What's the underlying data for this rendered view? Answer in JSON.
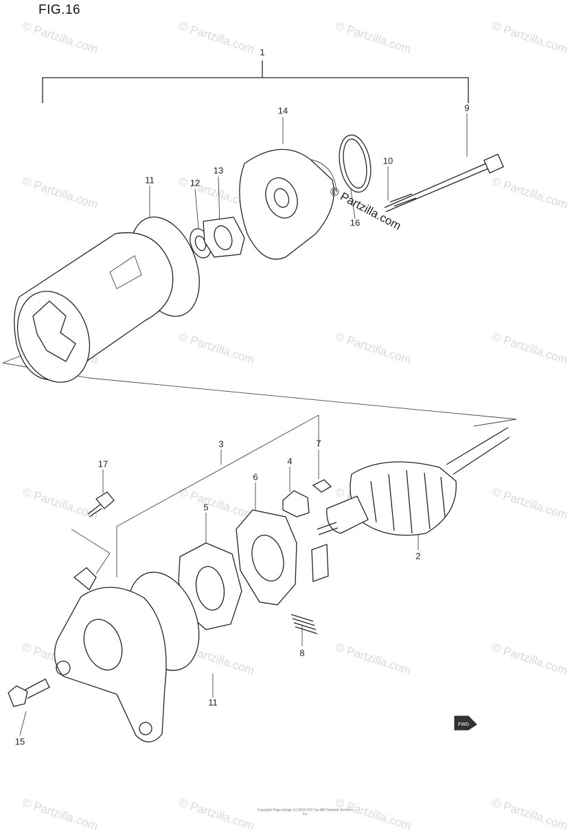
{
  "figure_label": "FIG.16",
  "watermark_main": "© Partzilla.com",
  "watermark_repeat": "© Partzilla.com",
  "callouts": {
    "p1": "1",
    "p2": "2",
    "p3": "3",
    "p4": "4",
    "p5": "5",
    "p6": "6",
    "p7": "7",
    "p8": "8",
    "p9": "9",
    "p10": "10",
    "p11a": "11",
    "p11b": "11",
    "p12": "12",
    "p13": "13",
    "p14": "14",
    "p15": "15",
    "p16": "16",
    "p17": "17"
  },
  "fwd_label": "FWD",
  "copyright_text": "Copyright\nPage design (c) 2004-2017 by ARI Network Services, Inc."
}
